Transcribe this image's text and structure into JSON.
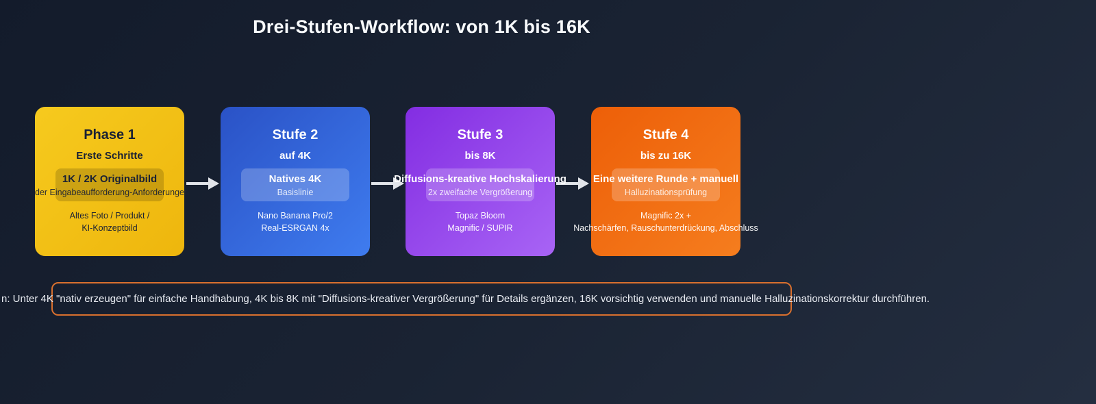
{
  "page": {
    "title": "Drei-Stufen-Workflow: von 1K bis 16K"
  },
  "stages": [
    {
      "title": "Phase 1",
      "subtitle": "Erste Schritte",
      "box_primary": "1K / 2K Originalbild",
      "box_secondary": "oder Eingabeaufforderung-Anforderungen",
      "tools_line1": "Altes Foto / Produkt /",
      "tools_line2": "KI-Konzeptbild",
      "color_from": "#f6ca1e",
      "color_to": "#eeb60d",
      "text_color": "#1a2134"
    },
    {
      "title": "Stufe 2",
      "subtitle": "auf 4K",
      "box_primary": "Natives 4K",
      "box_secondary": "Basislinie",
      "tools_line1": "Nano Banana Pro/2",
      "tools_line2": "Real-ESRGAN 4x",
      "color_from": "#2a52c6",
      "color_to": "#3f7cef",
      "text_color": "#ffffff"
    },
    {
      "title": "Stufe 3",
      "subtitle": "bis 8K",
      "box_primary": "Diffusions-kreative Hochskalierung",
      "box_secondary": "2x zweifache Vergrößerung",
      "tools_line1": "Topaz Bloom",
      "tools_line2": "Magnific / SUPIR",
      "color_from": "#832de2",
      "color_to": "#a864f5",
      "text_color": "#ffffff"
    },
    {
      "title": "Stufe 4",
      "subtitle": "bis zu 16K",
      "box_primary": "Eine weitere Runde + manuell",
      "box_secondary": "Halluzinationsprüfung",
      "tools_line1": "Magnific 2x +",
      "tools_line2": "Nachschärfen, Rauschunterdrückung, Abschluss",
      "color_from": "#ed5f08",
      "color_to": "#f57d1e",
      "text_color": "#ffffff"
    }
  ],
  "note": {
    "text": "n: Unter 4K \"nativ erzeugen\" für einfache Handhabung, 4K bis 8K mit \"Diffusions-kreativer Vergrößerung\" für Details ergänzen, 16K vorsichtig verwenden und manuelle Halluzinationskorrektur durchführen.",
    "border_color": "#d9702e"
  },
  "palette": {
    "background_top": "#131b2b",
    "background_bottom": "#242e40",
    "arrow_color": "#e2e5ea",
    "title_color": "#f8fafc"
  }
}
